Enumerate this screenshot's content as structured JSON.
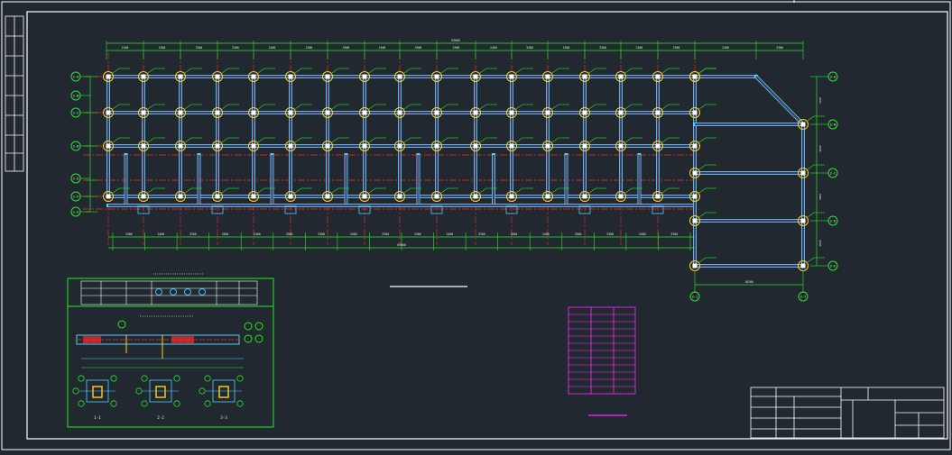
{
  "colors": {
    "background": "#212830",
    "frame": "#ffffff",
    "axis": "#ff2a2a",
    "beam": "#4fd0ff",
    "beam_inner": "#ff4fd8",
    "column": "#ffffff",
    "dimension": "#27e827",
    "bubble": "#27e827",
    "pile": "#ffd21f",
    "table_magenta": "#ff2aff",
    "text": "#e8e8e8"
  },
  "top_dims": [
    "2100",
    "2400",
    "3300",
    "3300",
    "2400",
    "2400",
    "3300",
    "2400",
    "3300",
    "3300",
    "2400",
    "3300",
    "2400",
    "3300",
    "2400",
    "3300",
    "2400",
    "3300",
    "2100"
  ],
  "top_total": "63000",
  "bottom_dims": [
    "3300",
    "2400",
    "3300",
    "3300",
    "2400",
    "3300",
    "3300",
    "2400",
    "3300",
    "3300",
    "2400",
    "3300",
    "3300",
    "2400",
    "3300",
    "3300",
    "2400",
    "3300"
  ],
  "bottom_total": "63000",
  "wing_dims": [
    "3300",
    "4800"
  ],
  "wing_bottom_dim": "10200",
  "left_axes": [
    "1-A",
    "1-B",
    "1-C",
    "1-D",
    "1-E",
    "1-F",
    "1-G"
  ],
  "right_axes": [
    "2-A",
    "2-B",
    "2-C",
    "2-D",
    "2-E"
  ],
  "wing_col_axes": [
    "2-1",
    "2-7"
  ],
  "right_dims": [
    "3100",
    "4800",
    "4800",
    "3600"
  ],
  "section_labels": [
    "1-1",
    "2-2",
    "3-3"
  ]
}
